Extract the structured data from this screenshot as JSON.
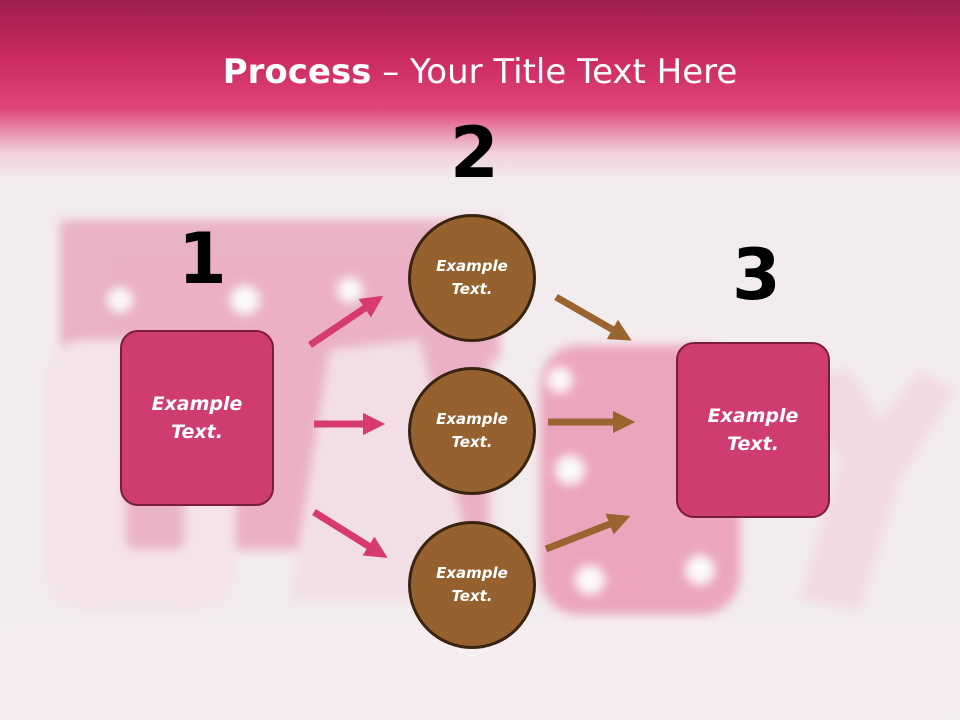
{
  "title": {
    "bold": "Process",
    "rest": " – Your Title Text Here"
  },
  "steps": [
    {
      "number": "1",
      "text": "Example\nText."
    },
    {
      "number": "2",
      "circles": [
        "Example\nText.",
        "Example\nText.",
        "Example\nText."
      ]
    },
    {
      "number": "3",
      "text": "Example\nText."
    }
  ],
  "colors": {
    "header": "#c8285e",
    "box_fill": "#cf3d70",
    "circle_fill": "#94612f",
    "arrow_left": "#d63a6e",
    "arrow_right": "#9a6430"
  }
}
